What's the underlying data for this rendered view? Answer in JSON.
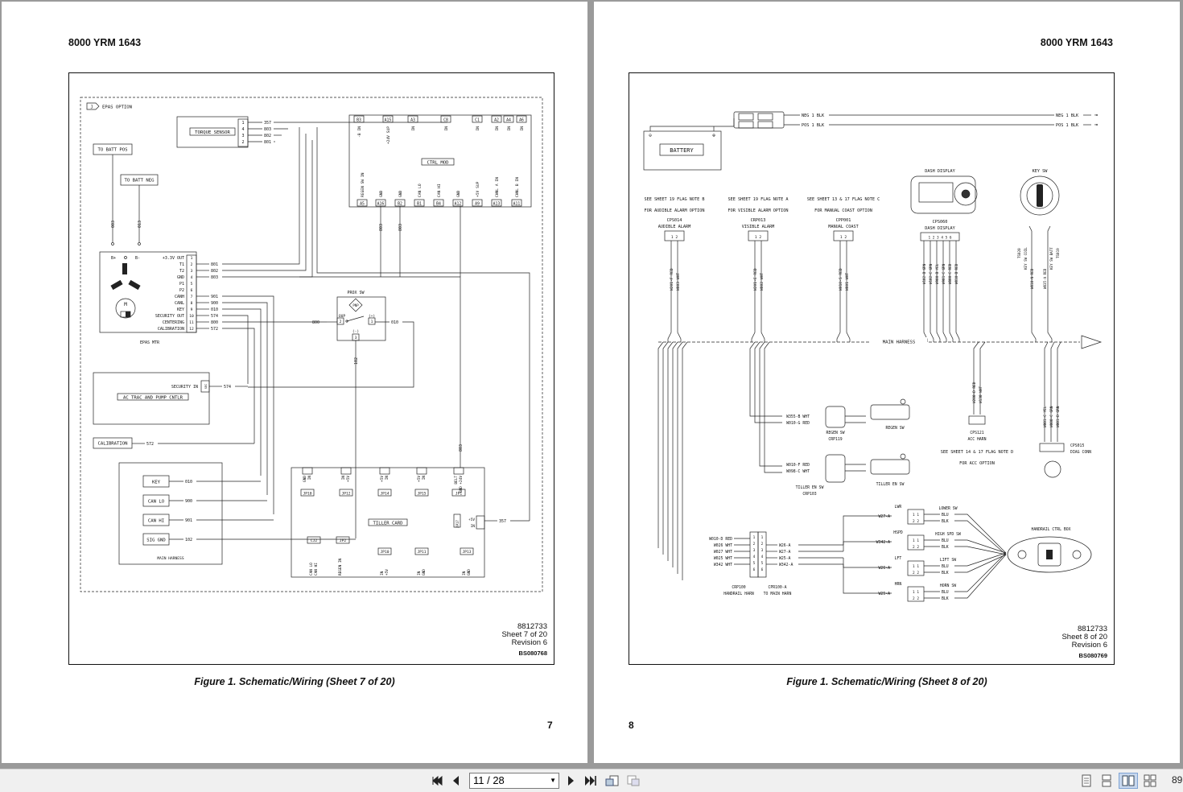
{
  "left_page": {
    "header": "8000 YRM 1643",
    "caption": "Figure 1. Schematic/Wiring (Sheet 7 of 20)",
    "doc_number": "8812733",
    "sheet": "Sheet 7 of 20",
    "revision": "Revision 6",
    "drawing_id": "BS080768",
    "page_number": "7",
    "schematic": {
      "option_label": "EPAS OPTION",
      "option_flag": "J",
      "torque_sensor": "TORQUE SENSOR",
      "torque_pins": [
        "1",
        "4",
        "3",
        "2"
      ],
      "torque_wires": [
        "357",
        "803",
        "802",
        "801"
      ],
      "to_batt_pos": "TO BATT POS",
      "to_batt_neg": "TO BATT NEG",
      "batt_wires": [
        "003",
        "013"
      ],
      "motor_terms": [
        "B+",
        "B-"
      ],
      "motor_name": "EPAS MTR",
      "motor_pins": [
        {
          "label": "+3.3V OUT",
          "pin": "1",
          "wire": ""
        },
        {
          "label": "T1",
          "pin": "2",
          "wire": "801"
        },
        {
          "label": "T2",
          "pin": "3",
          "wire": "802"
        },
        {
          "label": "GND",
          "pin": "4",
          "wire": "803"
        },
        {
          "label": "P1",
          "pin": "5",
          "wire": ""
        },
        {
          "label": "P2",
          "pin": "6",
          "wire": ""
        },
        {
          "label": "CANH",
          "pin": "7",
          "wire": "901"
        },
        {
          "label": "CANL",
          "pin": "8",
          "wire": "900"
        },
        {
          "label": "KEY",
          "pin": "9",
          "wire": "010"
        },
        {
          "label": "SECURITY OUT",
          "pin": "10",
          "wire": "574"
        },
        {
          "label": "CENTERING",
          "pin": "11",
          "wire": "800"
        },
        {
          "label": "CALIBRATION",
          "pin": "12",
          "wire": "572"
        }
      ],
      "ctrl_mod": "CTRL MOD",
      "ctrl_top_pins": [
        "B3",
        "A15",
        "A3",
        "C8",
        "C1",
        "A2",
        "A4",
        "A6"
      ],
      "ctrl_top_labels": [
        "-B IN",
        "+24V SUP",
        "IN",
        "IN",
        "IN",
        "IN",
        "IN",
        "IN"
      ],
      "ctrl_bottom_pins": [
        "A5",
        "A16",
        "B2",
        "B1",
        "B4",
        "A12",
        "A9",
        "A13",
        "A11"
      ],
      "ctrl_bottom_labels": [
        "REGEN SW IN",
        "GND",
        "GND",
        "CAN LO",
        "CAN HI",
        "GND",
        "+5V SUP",
        "CHNL A IN",
        "CHNL B IN"
      ],
      "ctrl_wires": [
        "803",
        "803"
      ],
      "prox_sw": "PROX SW",
      "prox_pnp": "PNP",
      "prox_terms": [
        "OUP",
        "(+)",
        "(-)"
      ],
      "prox_pins": [
        "2",
        "1",
        "3"
      ],
      "prox_wires": [
        "800",
        "010",
        "102"
      ],
      "security_in": "SECURITY IN",
      "security_wire": "574",
      "security_conn": "SEC",
      "ac_trac": "AC TRAC AND PUMP CNTLR",
      "calibration": "CALIBRATION",
      "calibration_wire": "572",
      "main_harness": "MAIN HARNESS",
      "harness_items": [
        {
          "label": "KEY",
          "wire": "010"
        },
        {
          "label": "CAN LO",
          "wire": "900"
        },
        {
          "label": "CAN HI",
          "wire": "901"
        },
        {
          "label": "SIG GND",
          "wire": "102"
        }
      ],
      "tiller_card": "TILLER CARD",
      "tiller_top": [
        {
          "jp": "JP10",
          "l1": "GND",
          "l2": "IN"
        },
        {
          "jp": "JP12",
          "l1": "IN",
          "l2": "+5V"
        },
        {
          "jp": "JP14",
          "l1": "+5V",
          "l2": "IN"
        },
        {
          "jp": "JP15",
          "l1": "+5V",
          "l2": "IN"
        },
        {
          "jp": "JP1",
          "l1": "BELT",
          "l2": "GND +24V"
        }
      ],
      "tiller_bottom": [
        {
          "jp": "CJ2",
          "l1": "CAN LO",
          "l2": "CAN HI"
        },
        {
          "jp": "JP2",
          "l1": "REGEN IN",
          "l2": ""
        },
        {
          "jp": "JP10",
          "l1": "IN",
          "l2": "+5V"
        },
        {
          "jp": "JP11",
          "l1": "IN",
          "l2": "GND"
        },
        {
          "jp": "JP13",
          "l1": "IN",
          "l2": "GND"
        }
      ],
      "jp17": "JP17",
      "jp17_pins": [
        "+5V",
        "IN"
      ],
      "jp17_wire": "357",
      "tiller_wire": "803"
    }
  },
  "right_page": {
    "header": "8000 YRM 1643",
    "caption": "Figure 1. Schematic/Wiring (Sheet 8 of 20)",
    "doc_number": "8812733",
    "sheet": "Sheet 8 of 20",
    "revision": "Revision 6",
    "drawing_id": "BS080769",
    "page_number": "8",
    "schematic": {
      "battery": "BATTERY",
      "neg_wire": "NEG 1 BLK",
      "pos_wire": "POS 1 BLK",
      "dash_display": "DASH DISPLAY",
      "key_sw": "KEY SW",
      "note_b": [
        "SEE SHEET 19 FLAG NOTE B",
        "FOR AUDIBLE ALARM OPTION"
      ],
      "note_a": [
        "SEE SHEET 19 FLAG NOTE A",
        "FOR VISIBLE ALARM OPTION"
      ],
      "note_c": [
        "SEE SHEET 13 & 17 FLAG NOTE C",
        "FOR MANUAL COAST OPTION"
      ],
      "cps014": [
        "CPS014",
        "AUDIBLE ALARM"
      ],
      "crp013": [
        "CRP013",
        "VISIBLE ALARM"
      ],
      "cpp001": [
        "CPP001",
        "MANUAL COAST"
      ],
      "cps060": [
        "CPS060",
        "DASH DISPLAY"
      ],
      "cps014_wires": [
        "W201-F RED",
        "W803 WHT"
      ],
      "crp013_wires": [
        "W201-E RED",
        "W802 WHT"
      ],
      "cpp001_wires": [
        "W010-S RED",
        "W801 WHT"
      ],
      "cps060_wires": [
        "W102-B GRN",
        "W102-C GRN",
        "W900-B YEL",
        "W901-C GRN",
        "W800-C RED",
        "W010-B RED"
      ],
      "keysw_wires": [
        "TS020",
        "KEY SW COIL",
        "W010-N RED",
        "W035-A RED",
        "KEY SW BATT",
        "TS019"
      ],
      "main_harness": "MAIN HARNESS",
      "regen_wires": [
        "W355-B WHT",
        "W010-G RED"
      ],
      "regen_conn": [
        "REGEN SW",
        "CRP119"
      ],
      "regen_sw": "REGEN SW",
      "tiller_wires": [
        "W010-F RED",
        "W098-C WHT"
      ],
      "tiller_conn": [
        "TILLER EN SW",
        "CRP103"
      ],
      "tiller_sw": "TILLER EN SW",
      "acc_wires": [
        "W200-D RED",
        "W130 WHT"
      ],
      "acc_conn": [
        "CPS121",
        "ACC HARN"
      ],
      "note_d": [
        "SEE SHEET 14 & 17 FLAG NOTE D",
        "FOR ACC OPTION"
      ],
      "diag_wires": [
        "W001-C YEL",
        "W000-C GRN",
        "W001-D GRN"
      ],
      "diag_conn": [
        "CPS015",
        "DIAG CONN"
      ],
      "handrail_wires": [
        "W010-D RED",
        "W026 WHT",
        "W027 WHT",
        "W025 WHT",
        "W342 WHT"
      ],
      "handrail_pins": [
        "1",
        "2",
        "3",
        "4",
        "5",
        "6"
      ],
      "handrail_right": [
        "W26-A",
        "W27-A",
        "W25-A",
        "W342-A"
      ],
      "crp100": [
        "CRP100",
        "HANDRAIL HARN"
      ],
      "cpr100a": [
        "CPR100-A",
        "TO MAIN HARN"
      ],
      "switches": [
        {
          "tag": "LWR",
          "wire": "W27-A",
          "name": "LOWER SW",
          "c1": "BLU",
          "c2": "BLK"
        },
        {
          "tag": "HSPD",
          "wire": "W342-A",
          "name": "HIGH SPD SW",
          "c1": "BLU",
          "c2": "BLK"
        },
        {
          "tag": "LFT",
          "wire": "W26-A",
          "name": "LIFT SW",
          "c1": "BLU",
          "c2": "BLK"
        },
        {
          "tag": "HRN",
          "wire": "W25-A",
          "name": "HORN SW",
          "c1": "BLU",
          "c2": "BLK"
        }
      ],
      "handrail_box": "HANDRAIL CTRL BOX"
    }
  },
  "toolbar": {
    "page_field": "11 / 28",
    "zoom": "89",
    "icons": [
      "first-page-icon",
      "prev-page-icon",
      "next-page-icon",
      "last-page-icon",
      "rotate-icon",
      "rotate-alt-icon",
      "single-page-icon",
      "continuous-icon",
      "two-page-icon",
      "two-page-continuous-icon"
    ]
  }
}
